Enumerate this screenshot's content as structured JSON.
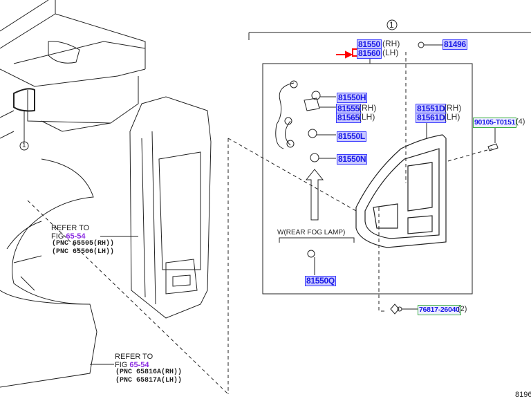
{
  "callout_number": "1",
  "parts": {
    "lamp_assy_rh": "81550",
    "lamp_assy_lh": "81560",
    "clip": "81496",
    "bulb_h": "81550H",
    "socket_rh": "81555",
    "socket_lh": "81565",
    "bulb_l": "81550L",
    "bulb_n": "81550N",
    "lens_rh": "81551D",
    "lens_lh": "81561D",
    "screw": "90105-T0151",
    "screw_qty": "(4)",
    "fog_bulb": "81550Q",
    "nut": "76817-26040",
    "nut_qty": "(2)"
  },
  "suffix": {
    "rh": "(RH)",
    "lh": "(LH)"
  },
  "fog_lamp_label": "W(REAR FOG LAMP)",
  "refer1": {
    "line1": "REFER TO",
    "fig_prefix": "FIG ",
    "fig": "65-54",
    "pnc1": "(PNC 65505(RH))",
    "pnc2": "(PNC 65506(LH))"
  },
  "refer2": {
    "line1": "REFER TO",
    "fig_prefix": "FIG ",
    "fig": "65-54",
    "pnc1": "(PNC 65816A(RH))",
    "pnc2": "(PNC 65817A(LH))"
  },
  "diagram_id": "8196",
  "colors": {
    "highlight": "#ff0000",
    "part_box": "#3b3bff",
    "std_part_box": "#3cb043",
    "fig_link": "#8a2be2"
  }
}
